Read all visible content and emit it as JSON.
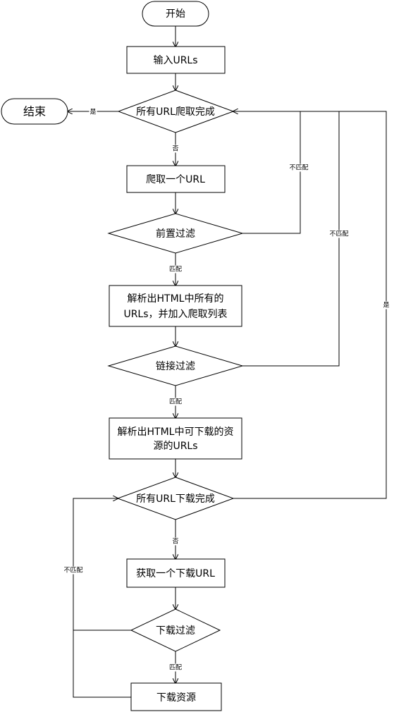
{
  "nodes": {
    "start": "开始",
    "input_urls": "输入URLs",
    "all_crawled": "所有URL爬取完成",
    "end": "结束",
    "crawl_one": "爬取一个URL",
    "pre_filter": "前置过滤",
    "parse_html_line1": "解析出HTML中所有的",
    "parse_html_line2": "URLs，并加入爬取列表",
    "link_filter": "链接过滤",
    "parse_dl_line1": "解析出HTML中可下载的资",
    "parse_dl_line2": "源的URLs",
    "all_downloaded": "所有URL下载完成",
    "get_dl_url": "获取一个下载URL",
    "dl_filter": "下载过滤",
    "download": "下载资源"
  },
  "edge_labels": {
    "yes_end": "是",
    "no_crawl": "否",
    "match_pre": "匹配",
    "nomatch_pre": "不匹配",
    "match_link": "匹配",
    "nomatch_link": "不匹配",
    "yes_loop": "是",
    "no_dl": "否",
    "nomatch_dl": "不匹配",
    "match_dl": "匹配"
  }
}
